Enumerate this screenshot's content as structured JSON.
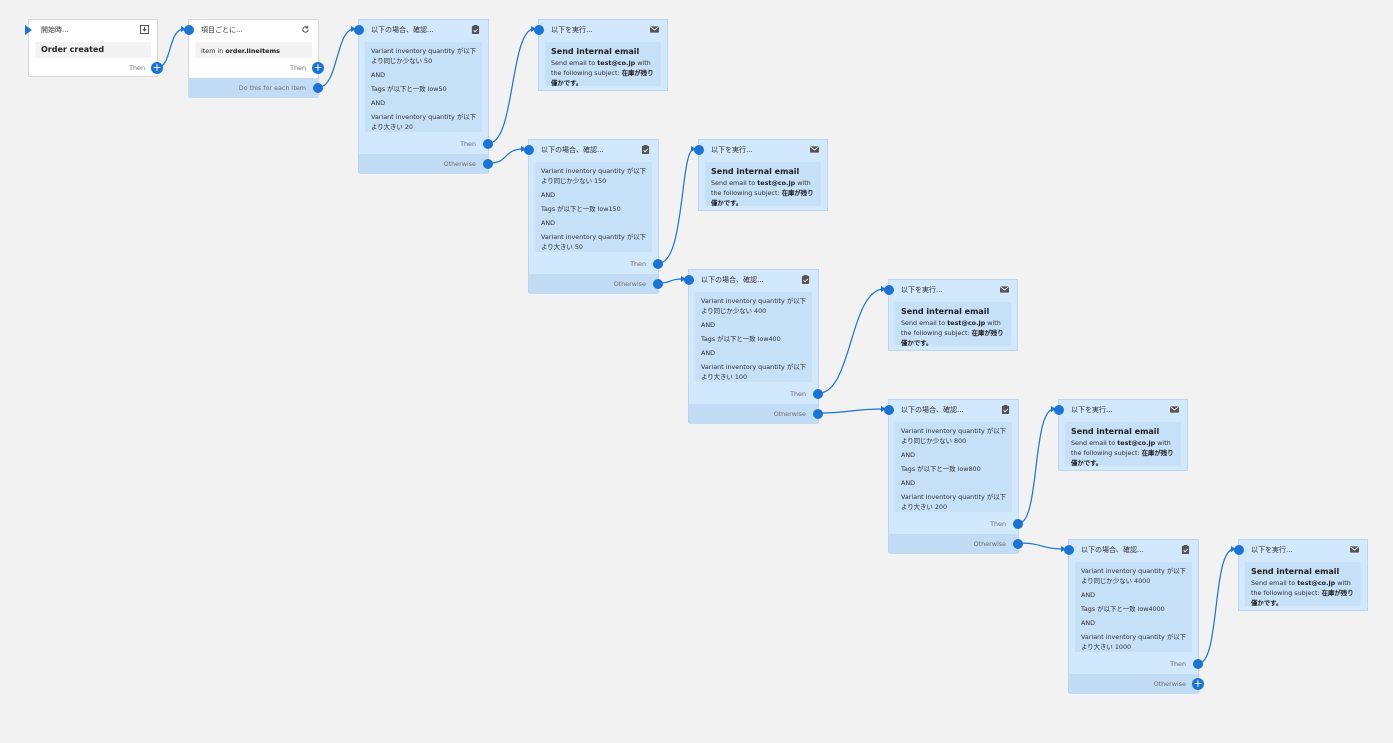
{
  "trigger": {
    "header": "開始時...",
    "title": "Order created",
    "then": "Then"
  },
  "loop": {
    "header": "項目ごとに...",
    "text_pre": "item in ",
    "text_bold": "order.lineItems",
    "then": "Then",
    "each": "Do this for each item"
  },
  "conditions": [
    {
      "header": "以下の場合、確認...",
      "line1": "Variant inventory quantity が以下より同じか少ない 50",
      "and1": "AND",
      "line2": "Tags が以下と一致 low50",
      "and2": "AND",
      "line3": "Variant inventory quantity が以下より大きい 20",
      "then": "Then",
      "otherwise": "Otherwise"
    },
    {
      "header": "以下の場合、確認...",
      "line1": "Variant inventory quantity が以下より同じか少ない 150",
      "and1": "AND",
      "line2": "Tags が以下と一致 low150",
      "and2": "AND",
      "line3": "Variant inventory quantity が以下より大きい 50",
      "then": "Then",
      "otherwise": "Otherwise"
    },
    {
      "header": "以下の場合、確認...",
      "line1": "Variant inventory quantity が以下より同じか少ない 400",
      "and1": "AND",
      "line2": "Tags が以下と一致 low400",
      "and2": "AND",
      "line3": "Variant inventory quantity が以下より大きい 100",
      "then": "Then",
      "otherwise": "Otherwise"
    },
    {
      "header": "以下の場合、確認...",
      "line1": "Variant inventory quantity が以下より同じか少ない 800",
      "and1": "AND",
      "line2": "Tags が以下と一致 low800",
      "and2": "AND",
      "line3": "Variant inventory quantity が以下より大きい 200",
      "then": "Then",
      "otherwise": "Otherwise"
    },
    {
      "header": "以下の場合、確認...",
      "line1": "Variant inventory quantity が以下より同じか少ない 4000",
      "and1": "AND",
      "line2": "Tags が以下と一致 low4000",
      "and2": "AND",
      "line3": "Variant inventory quantity が以下より大きい 1000",
      "then": "Then",
      "otherwise": "Otherwise"
    }
  ],
  "actions": [
    {
      "header": "以下を実行...",
      "title": "Send internal email",
      "pre": "Send email to ",
      "email": "test@co.jp",
      "mid": " with the following subject: ",
      "subject": "在庫が残り僅かです。"
    },
    {
      "header": "以下を実行...",
      "title": "Send internal email",
      "pre": "Send email to ",
      "email": "test@co.jp",
      "mid": " with the following subject: ",
      "subject": "在庫が残り僅かです。"
    },
    {
      "header": "以下を実行...",
      "title": "Send internal email",
      "pre": "Send email to ",
      "email": "test@co.jp",
      "mid": " with the following subject: ",
      "subject": "在庫が残り僅かです。"
    },
    {
      "header": "以下を実行...",
      "title": "Send internal email",
      "pre": "Send email to ",
      "email": "test@co.jp",
      "mid": " with the following subject: ",
      "subject": "在庫が残り僅かです。"
    },
    {
      "header": "以下を実行...",
      "title": "Send internal email",
      "pre": "Send email to ",
      "email": "test@co.jp",
      "mid": " with the following subject: ",
      "subject": "在庫が残り僅かです。"
    }
  ],
  "colors": {
    "canvas": "#f2f2f2",
    "node": "#d2e8fc",
    "accent": "#1a73d6"
  }
}
